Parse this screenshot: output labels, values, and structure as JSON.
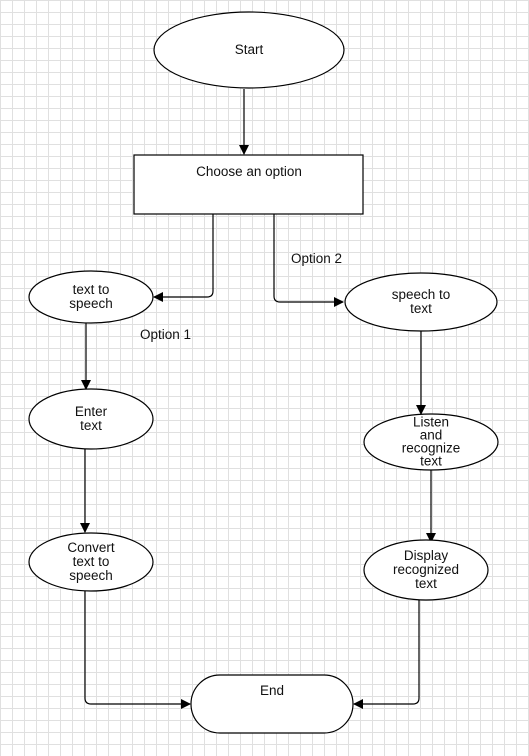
{
  "nodes": {
    "start": [
      "Start"
    ],
    "choose": [
      "Choose an option"
    ],
    "tts": [
      "text to",
      "speech"
    ],
    "stt": [
      "speech to",
      "text"
    ],
    "enter": [
      "Enter",
      "text"
    ],
    "listen": [
      "Listen",
      "and",
      "recognize",
      "text"
    ],
    "convert": [
      "Convert",
      "text to",
      "speech"
    ],
    "display": [
      "Display",
      "recognized",
      "text"
    ],
    "end": [
      "End"
    ]
  },
  "edge_labels": {
    "option1": "Option 1",
    "option2": "Option 2"
  }
}
